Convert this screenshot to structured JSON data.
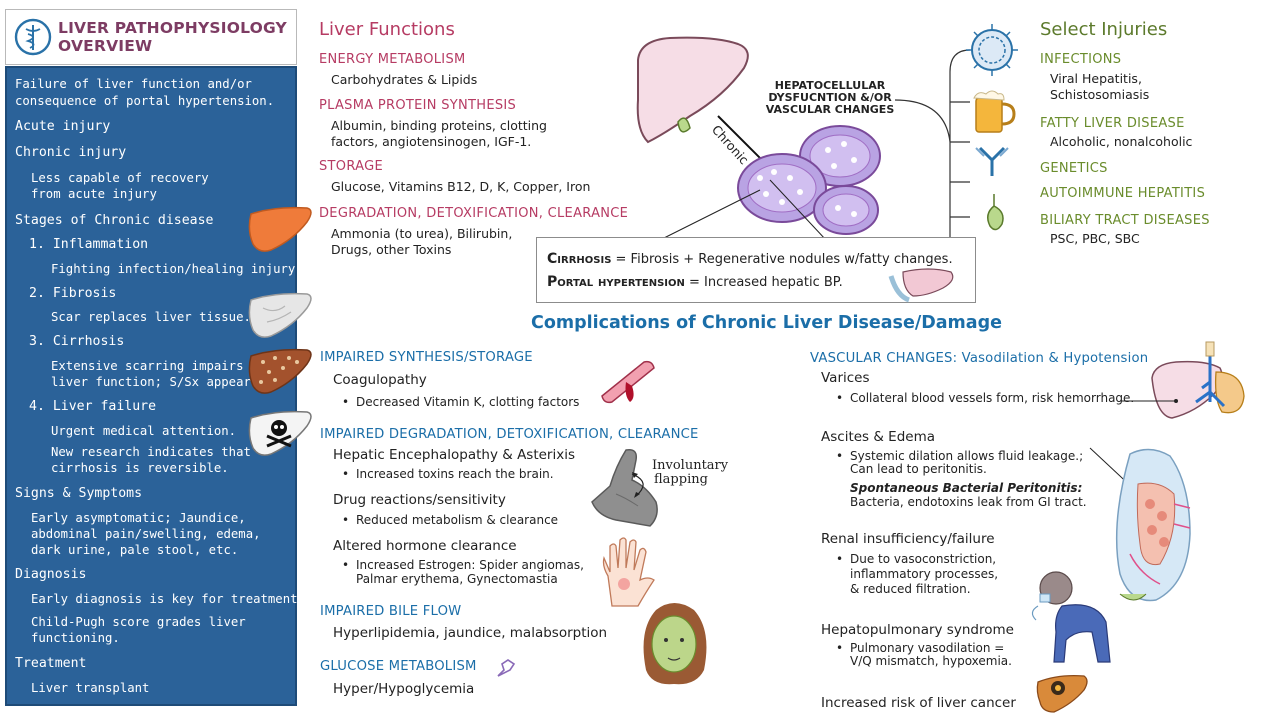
{
  "header": {
    "title_line1": "LIVER PATHOPHYSIOLOGY",
    "title_line2": "OVERVIEW",
    "logo": "caduceus-icon"
  },
  "sidebar": {
    "intro_1": "Failure of liver function and/or",
    "intro_2": "consequence of portal hypertension.",
    "acute": "Acute injury",
    "chronic": "Chronic injury",
    "chronic_note_1": "Less capable of recovery",
    "chronic_note_2": "from acute injury",
    "stages": "Stages of Chronic disease",
    "s1": "1. Inflammation",
    "s1_note": "Fighting infection/healing injury.",
    "s2": "2. Fibrosis",
    "s2_note": "Scar replaces liver tissue.",
    "s3": "3. Cirrhosis",
    "s3_note_1": "Extensive scarring impairs",
    "s3_note_2": "liver function; S/Sx appear.",
    "s4": "4. Liver failure",
    "s4_note_1": "Urgent medical attention.",
    "s4_note_2": "New research indicates that",
    "s4_note_3": "cirrhosis is reversible.",
    "signs": "Signs & Symptoms",
    "signs_1": "Early asymptomatic; Jaundice,",
    "signs_2": "abdominal pain/swelling, edema,",
    "signs_3": "dark urine, pale stool, etc.",
    "diagnosis": "Diagnosis",
    "diag_1": "Early diagnosis is key for treatment.",
    "diag_2": "Child-Pugh score grades liver",
    "diag_3": "functioning.",
    "treatment": "Treatment",
    "treat_1": "Liver transplant"
  },
  "functions": {
    "title": "Liver Functions",
    "energy": "ENERGY METABOLISM",
    "energy_1": "Carbohydrates & Lipids",
    "plasma": "PLASMA PROTEIN SYNTHESIS",
    "plasma_1": "Albumin, binding proteins, clotting",
    "plasma_2": "factors, angiotensinogen, IGF-1.",
    "storage": "STORAGE",
    "storage_1": "Glucose, Vitamins B12, D, K, Copper, Iron",
    "degradation": "DEGRADATION,  DETOXIFICATION, CLEARANCE",
    "degradation_1": "Ammonia (to urea), Bilirubin,",
    "degradation_2": "Drugs, other Toxins"
  },
  "center": {
    "hepato_1": "HEPATOCELLULAR",
    "hepato_2": "DYSFUCNTION &/OR",
    "hepato_3": "VASCULAR CHANGES",
    "chronic_label": "Chronic",
    "cirrhosis_term": "Cirrhosis",
    "cirrhosis_def": " = Fibrosis + Regenerative nodules w/fatty changes.",
    "portal_term": "Portal hypertension",
    "portal_def": " = Increased hepatic BP."
  },
  "injuries": {
    "title": "Select Injuries",
    "infections": "INFECTIONS",
    "inf_1": "Viral Hepatitis,",
    "inf_2": "Schistosomiasis",
    "fatty": "FATTY LIVER DISEASE",
    "fatty_1": "Alcoholic, nonalcoholic",
    "genetics": "GENETICS",
    "autoimmune": "AUTOIMMUNE HEPATITIS",
    "biliary": "BILIARY TRACT DISEASES",
    "biliary_1": "PSC, PBC, SBC"
  },
  "complications": {
    "title": "Complications of Chronic Liver Disease/Damage",
    "synth": "IMPAIRED SYNTHESIS/STORAGE",
    "coag": "Coagulopathy",
    "coag_1": "Decreased Vitamin K, clotting factors",
    "degr": "IMPAIRED DEGRADATION, DETOXIFICATION, CLEARANCE",
    "enceph": "Hepatic Encephalopathy & Asterixis",
    "enceph_1": "Increased toxins reach the brain.",
    "flap_1": "Involuntary",
    "flap_2": "flapping",
    "drug": "Drug reactions/sensitivity",
    "drug_1": "Reduced metabolism & clearance",
    "hormone": "Altered hormone clearance",
    "hormone_1": "Increased Estrogen: Spider angiomas,",
    "hormone_2": "Palmar erythema, Gynectomastia",
    "bile": "IMPAIRED BILE FLOW",
    "bile_1": "Hyperlipidemia, jaundice, malabsorption",
    "glucose": "GLUCOSE METABOLISM",
    "glucose_1": "Hyper/Hypoglycemia",
    "vascular": "VASCULAR CHANGES: Vasodilation & Hypotension",
    "varices": "Varices",
    "varices_1": "Collateral blood vessels form, risk hemorrhage.",
    "ascites": "Ascites & Edema",
    "ascites_1": "Systemic dilation allows fluid leakage.;",
    "ascites_2": "Can lead to peritonitis.",
    "sbp_term": "Spontaneous Bacterial Peritonitis:",
    "sbp_1": "Bacteria, endotoxins leak from GI tract.",
    "renal": "Renal insufficiency/failure",
    "renal_1": "Due to vasoconstriction,",
    "renal_2": "inflammatory processes,",
    "renal_3": "& reduced filtration.",
    "hps": "Hepatopulmonary syndrome",
    "hps_1": "Pulmonary vasodilation =",
    "hps_2": "V/Q mismatch, hypoxemia.",
    "cancer": "Increased risk of liver cancer"
  },
  "colors": {
    "sidebar_bg": "#2b6299",
    "functions_accent": "#b63b63",
    "injuries_accent": "#6a8c2c",
    "complications_accent": "#1b6ea8"
  }
}
